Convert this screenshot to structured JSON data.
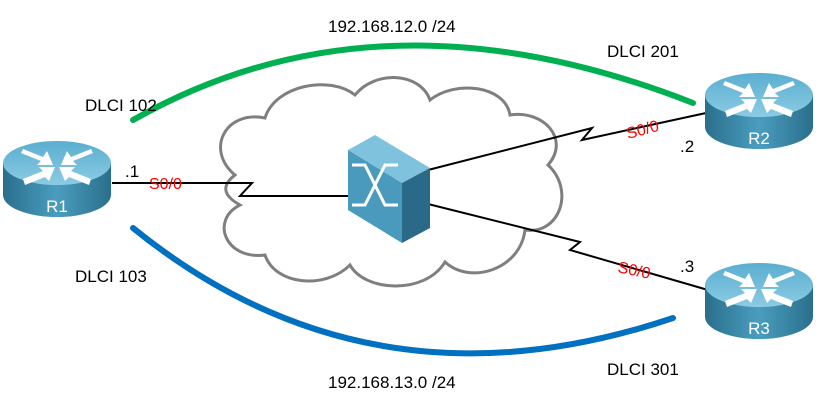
{
  "subnets": {
    "top": "192.168.12.0 /24",
    "bottom": "192.168.13.0 /24"
  },
  "dlci": {
    "r1_to_r2": "DLCI 102",
    "r2_to_r1": "DLCI 201",
    "r1_to_r3": "DLCI 103",
    "r3_to_r1": "DLCI 301"
  },
  "routers": [
    {
      "name": "R1",
      "ip": ".1",
      "interface": "S0/0"
    },
    {
      "name": "R2",
      "ip": ".2",
      "interface": "S0/0"
    },
    {
      "name": "R3",
      "ip": ".3",
      "interface": "S0/0"
    }
  ],
  "colors": {
    "pvc_r1_r2": "#00b050",
    "pvc_r1_r3": "#0070c0",
    "interface_label": "#ff0000",
    "device": "#3a8fb0",
    "cloud_outline": "#7f7f7f"
  },
  "icons": {
    "router": "router-icon",
    "switch": "frame-relay-switch-icon",
    "cloud": "cloud-icon"
  }
}
